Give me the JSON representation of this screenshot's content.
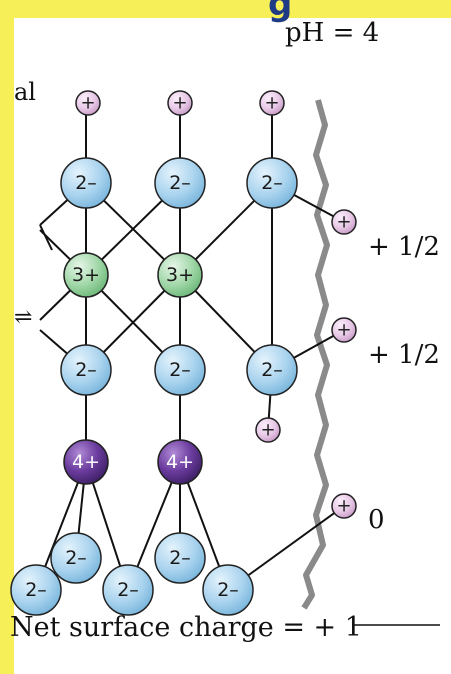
{
  "header": {
    "top_fragment": "g",
    "ph_label": "pH = 4"
  },
  "left_fragments": {
    "top": "al",
    "middle": "⇌"
  },
  "charges": {
    "c1": "+ 1/2",
    "c2": "+ 1/2",
    "c3": "0"
  },
  "net": "Net surface charge = + 1",
  "labels": {
    "oxide": "2–",
    "cation3": "3+",
    "cation4": "4+",
    "proton": "+"
  },
  "colors": {
    "oxide_fill": "#a9d3ee",
    "cation3_fill": "#9fd6a6",
    "cation4_fill": "#6b3c9e",
    "proton_fill": "#e7c8e6",
    "highlight": "#f7ef57",
    "title": "#1f3b86"
  }
}
